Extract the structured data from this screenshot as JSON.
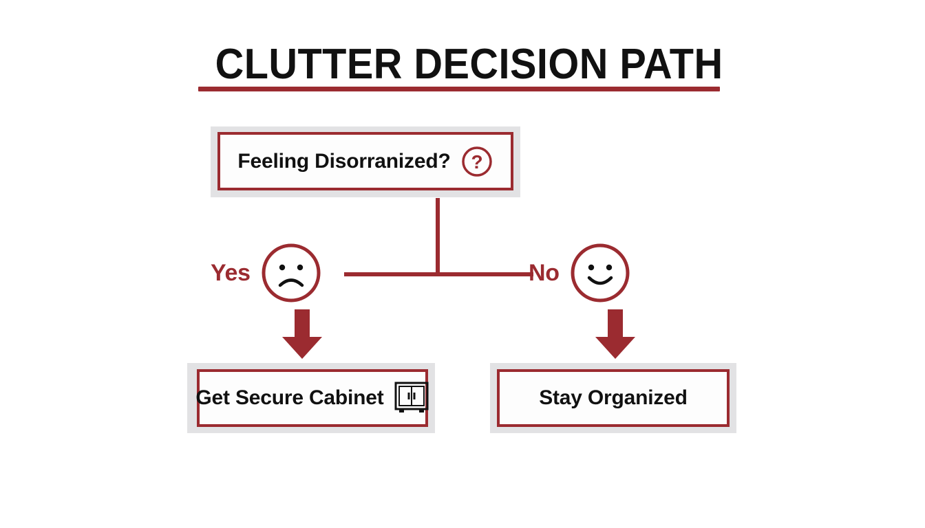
{
  "title": {
    "text": "CLUTTER DECISION PATH",
    "color": "#111111",
    "underline_color": "#9b2b30"
  },
  "theme": {
    "accent": "#9b2b30",
    "frame_gray": "#e2e2e4",
    "box_fill": "#fdfdfd",
    "background": "#ffffff",
    "icon_black": "#111111"
  },
  "decision": {
    "label": "Feeling Disorranized?",
    "icon": "question-mark-circle-icon"
  },
  "branches": [
    {
      "id": "yes",
      "label": "Yes",
      "face": "sad-face-icon",
      "arrow": "down-arrow-icon"
    },
    {
      "id": "no",
      "label": "No",
      "face": "happy-face-icon",
      "arrow": "down-arrow-icon"
    }
  ],
  "outcomes": [
    {
      "id": "left",
      "label": "Get Secure Cabinet",
      "icon": "cabinet-icon"
    },
    {
      "id": "right",
      "label": "Stay Organized",
      "icon": ""
    }
  ],
  "connectors": {
    "vertical": "decision-to-split-line",
    "horizontal": "split-branch-line"
  }
}
